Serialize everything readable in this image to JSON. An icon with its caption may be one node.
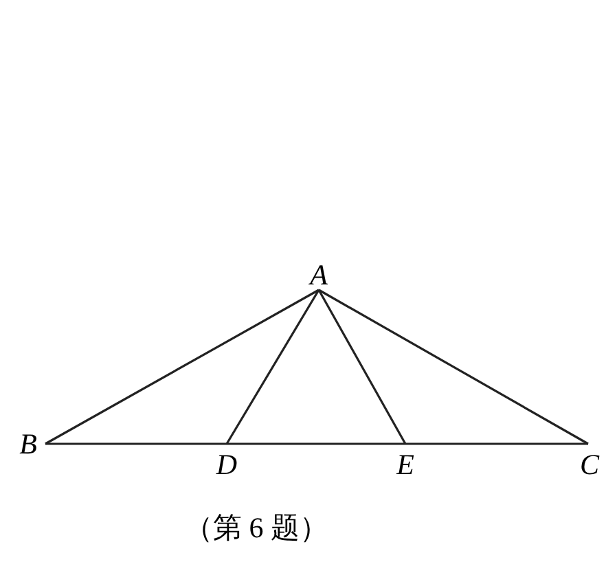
{
  "diagram": {
    "caption": "（第 6 题）",
    "nodes": [
      {
        "text": [
          "A"
        ]
      },
      {
        "text": [
          "B"
        ]
      },
      {
        "text": [
          "D"
        ]
      },
      {
        "text": [
          "E"
        ]
      },
      {
        "text": [
          "C"
        ]
      }
    ],
    "edges": [
      {
        "from": 0,
        "to": 1,
        "arrow": "none"
      },
      {
        "from": 0,
        "to": 2,
        "arrow": "none"
      },
      {
        "from": 0,
        "to": 3,
        "arrow": "none"
      },
      {
        "from": 0,
        "to": 4,
        "arrow": "none"
      },
      {
        "from": 1,
        "to": 2,
        "arrow": "none"
      },
      {
        "from": 2,
        "to": 3,
        "arrow": "none"
      },
      {
        "from": 3,
        "to": 4,
        "arrow": "none"
      }
    ]
  }
}
